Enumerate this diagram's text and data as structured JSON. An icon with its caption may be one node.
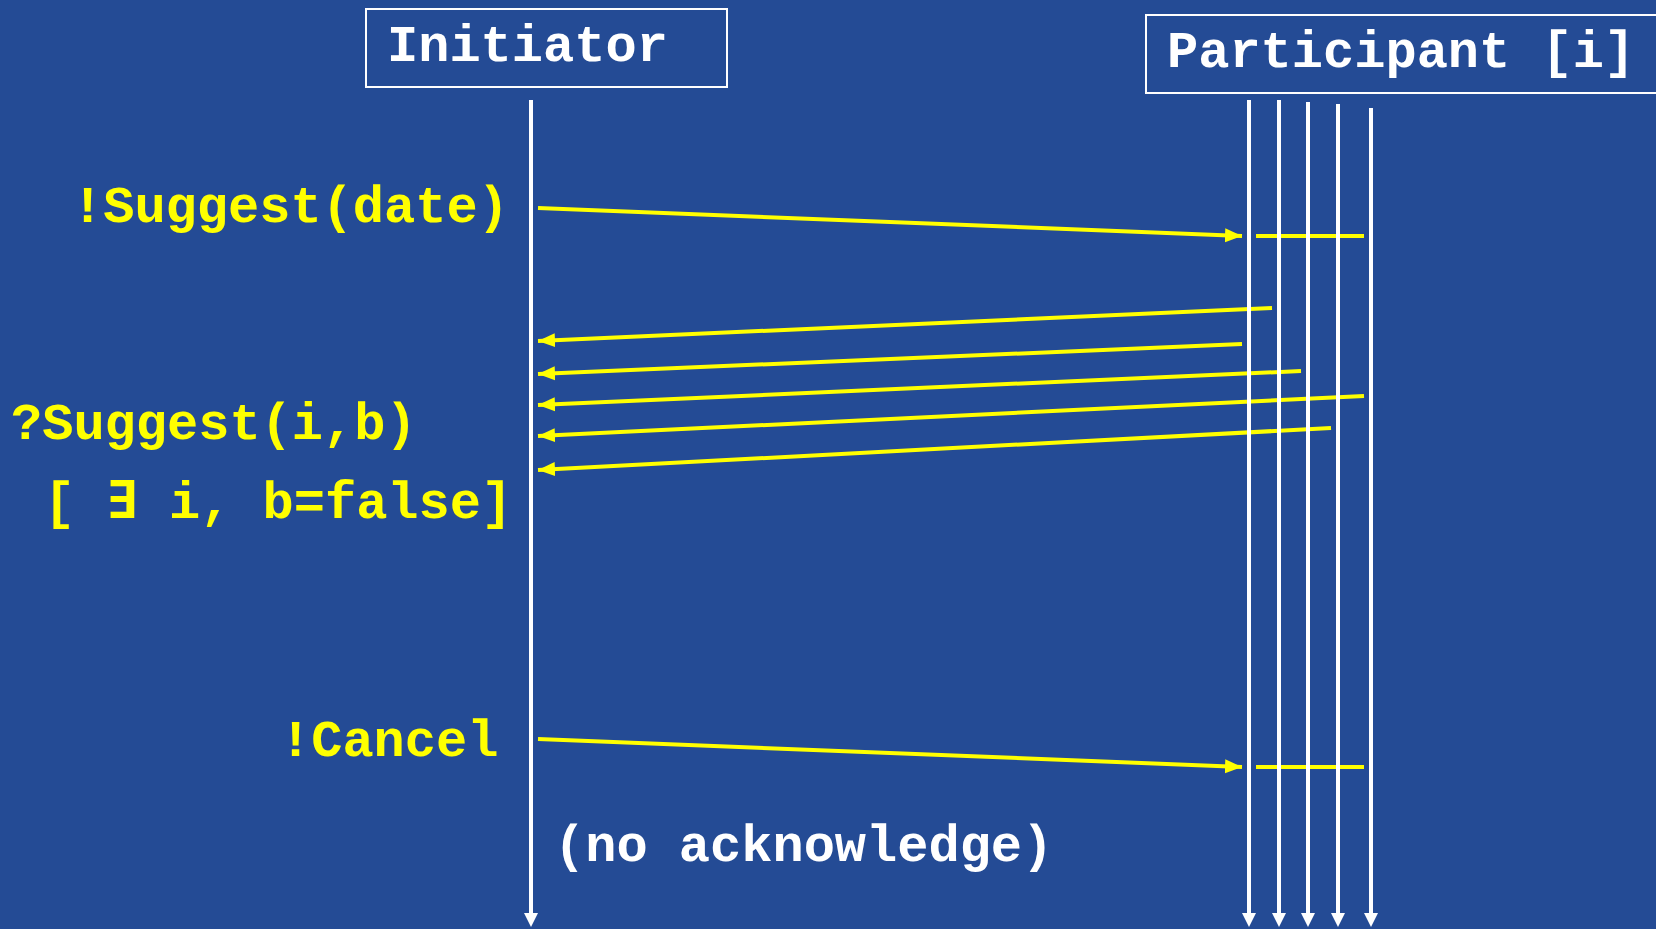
{
  "diagram": {
    "nodes": [
      {
        "text": [
          "Initiator"
        ]
      },
      {
        "text": [
          "Participant [i]"
        ]
      },
      {
        "text": [],
        "shape": "bar"
      },
      {
        "text": [],
        "shape": "bar"
      },
      {
        "text": [],
        "shape": "bar"
      },
      {
        "text": [],
        "shape": "bar"
      },
      {
        "text": [],
        "shape": "bar"
      },
      {
        "text": [],
        "shape": "bar"
      }
    ],
    "edges": [
      {
        "from": 2,
        "to": 3,
        "arrow": "to"
      },
      {
        "from": 3,
        "to": 7,
        "arrow": "none"
      },
      {
        "from": 4,
        "to": 2,
        "arrow": "to"
      },
      {
        "from": 3,
        "to": 2,
        "arrow": "to"
      },
      {
        "from": 5,
        "to": 2,
        "arrow": "to"
      },
      {
        "from": 7,
        "to": 2,
        "arrow": "to"
      },
      {
        "from": 6,
        "to": 2,
        "arrow": "to"
      },
      {
        "from": 2,
        "to": 3,
        "arrow": "to"
      },
      {
        "from": 3,
        "to": 7,
        "arrow": "none"
      }
    ],
    "labels": [
      "!Suggest(date)",
      "?Suggest(i,b)",
      "[ ∃ i, b=false]",
      "!Cancel",
      "(no acknowledge)"
    ]
  }
}
